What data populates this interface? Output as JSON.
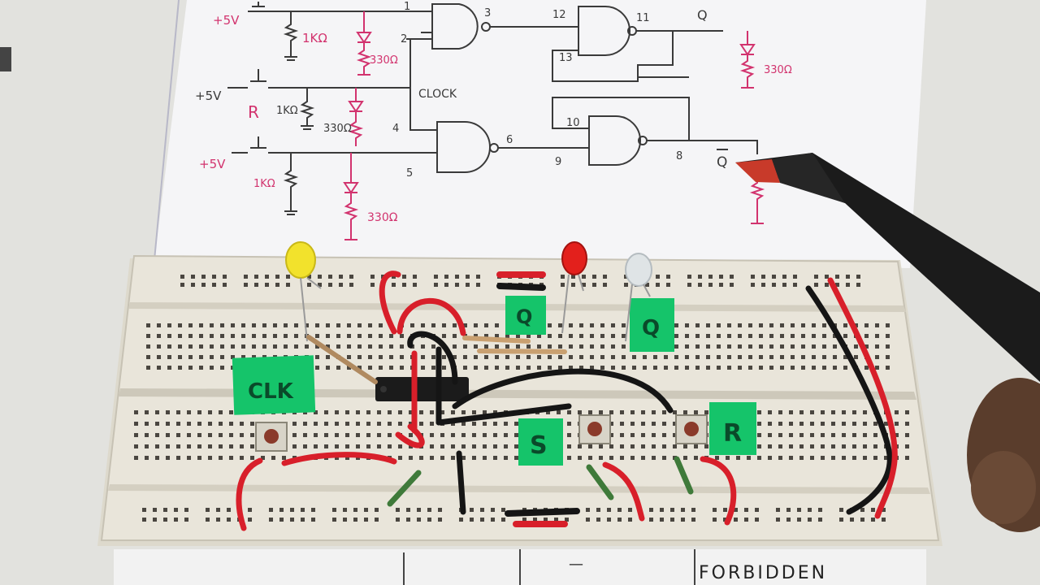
{
  "schematic": {
    "supply_labels": [
      "+5V",
      "+5V",
      "+5V"
    ],
    "clock_label": "CLOCK",
    "reset_label": "R",
    "resistor_labels": [
      "1KΩ",
      "330Ω",
      "1KΩ",
      "330Ω",
      "1KΩ",
      "330Ω",
      "330Ω"
    ],
    "pin_numbers": [
      "1",
      "2",
      "3",
      "4",
      "5",
      "6",
      "9",
      "10",
      "8",
      "12",
      "13",
      "11"
    ],
    "output_q": "Q",
    "output_qbar": "Q"
  },
  "breadboard": {
    "tag_clk": "CLK",
    "tag_s": "S",
    "tag_r": "R",
    "tag_q": "Q",
    "tag_qbar": "Q"
  },
  "table_fragment": {
    "text": "FORBIDDEN",
    "dash": "—"
  },
  "colors": {
    "paper": "#f4f4f6",
    "schematic_ink": "#3a3a3a",
    "pink_ink": "#d2336e",
    "breadboard": "#e8e4d8",
    "tape_green": "#15c46a",
    "wire_red": "#d81f2a",
    "wire_black": "#151515",
    "led_yellow": "#f2e22c",
    "led_red": "#e3201c",
    "led_clear": "#dfe4e6"
  },
  "icons": [
    "nand-gate-icon",
    "led-icon",
    "resistor-icon",
    "push-button-icon",
    "ground-icon",
    "pencil-icon"
  ]
}
